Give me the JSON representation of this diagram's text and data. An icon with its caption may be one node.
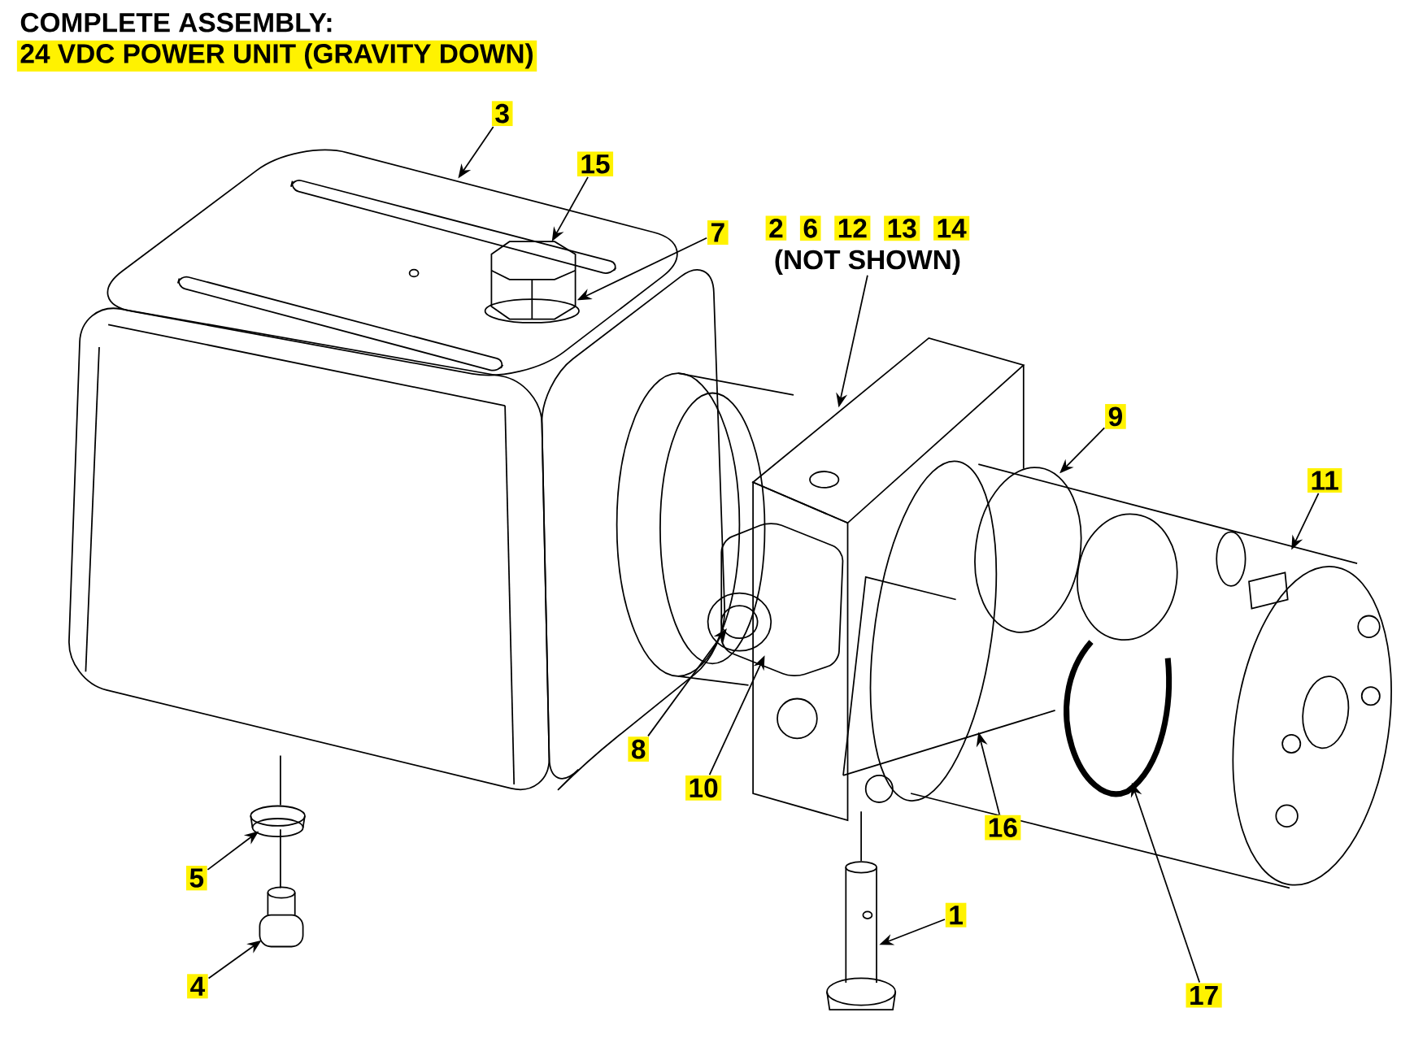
{
  "diagram": {
    "title": "COMPLETE ASSEMBLY:",
    "nodes": [
      {
        "text": [
          "3"
        ]
      },
      {
        "text": [
          "15"
        ]
      },
      {
        "text": [
          "7"
        ]
      },
      {
        "text": [
          "2",
          "6",
          "12",
          "13",
          "14",
          "(NOT SHOWN)"
        ]
      },
      {
        "text": [
          "9"
        ]
      },
      {
        "text": [
          "11"
        ]
      },
      {
        "text": [
          "8"
        ]
      },
      {
        "text": [
          "10"
        ]
      },
      {
        "text": [
          "16"
        ]
      },
      {
        "text": [
          "5"
        ]
      },
      {
        "text": [
          "1"
        ]
      },
      {
        "text": [
          "4"
        ]
      },
      {
        "text": [
          "17"
        ]
      }
    ],
    "edges": [
      {
        "from": 0,
        "to": null,
        "arrow": "to"
      },
      {
        "from": 1,
        "to": null,
        "arrow": "to"
      },
      {
        "from": 2,
        "to": null,
        "arrow": "to"
      },
      {
        "from": 3,
        "to": null,
        "arrow": "to"
      },
      {
        "from": 4,
        "to": null,
        "arrow": "to"
      },
      {
        "from": 5,
        "to": null,
        "arrow": "to"
      },
      {
        "from": 6,
        "to": null,
        "arrow": "to"
      },
      {
        "from": 7,
        "to": null,
        "arrow": "to"
      },
      {
        "from": 8,
        "to": null,
        "arrow": "to"
      },
      {
        "from": 9,
        "to": null,
        "arrow": "to"
      },
      {
        "from": 10,
        "to": null,
        "arrow": "to"
      },
      {
        "from": 11,
        "to": null,
        "arrow": "to"
      },
      {
        "from": 12,
        "to": null,
        "arrow": "to"
      }
    ],
    "labels": [
      "24 VDC POWER UNIT (GRAVITY DOWN)"
    ]
  }
}
